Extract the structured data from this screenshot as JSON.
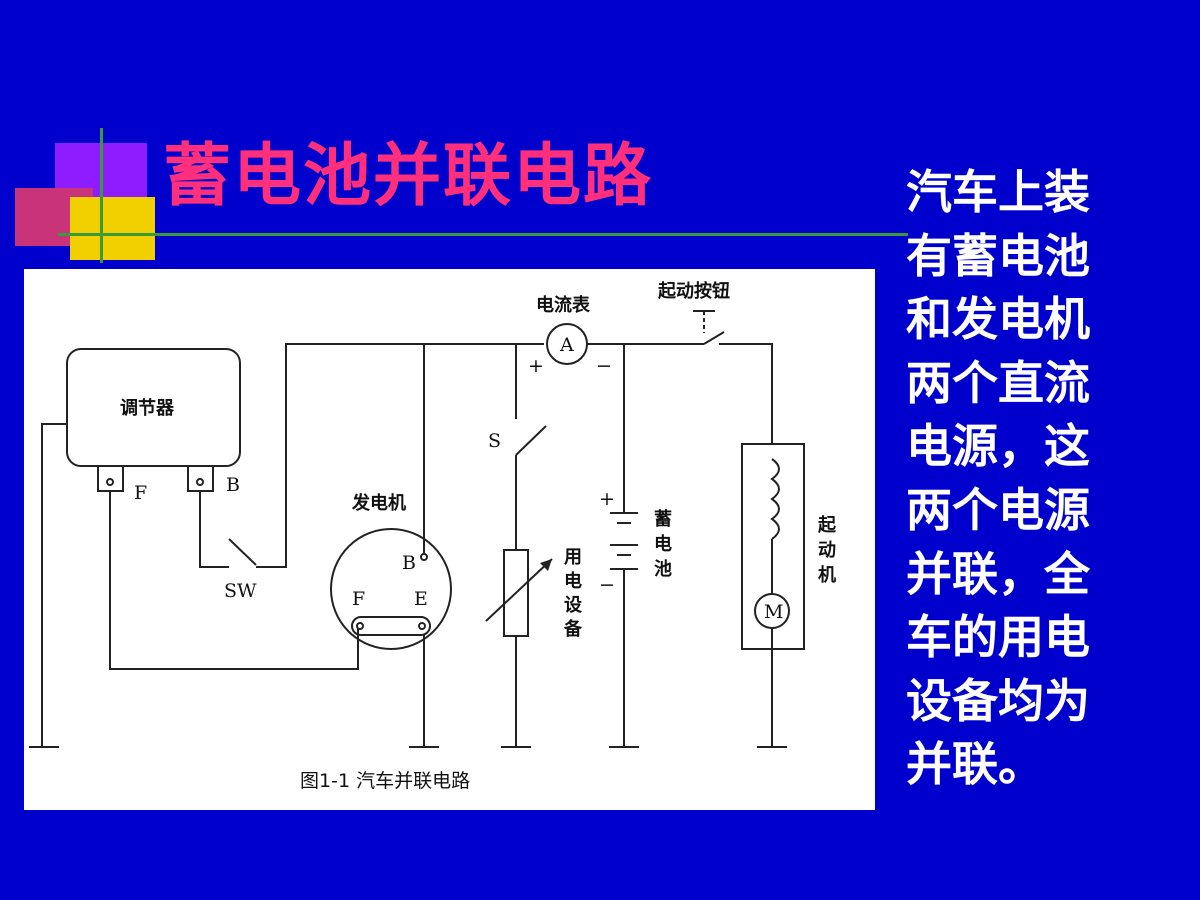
{
  "title": "蓄电池并联电路",
  "description": "汽车上装有蓄电池和发电机两个直流电源，这两个电源并联，全车的用电设备均为并联。",
  "diagram": {
    "regulator": "调节器",
    "regulator_f": "F",
    "regulator_b": "B",
    "switch_sw": "SW",
    "generator": "发电机",
    "generator_b": "B",
    "generator_f": "F",
    "generator_e": "E",
    "ammeter_label": "电流表",
    "ammeter_symbol": "A",
    "plus": "+",
    "minus": "−",
    "switch_s": "S",
    "load_chars": [
      "用",
      "电",
      "设",
      "备"
    ],
    "battery_chars": [
      "蓄",
      "电",
      "池"
    ],
    "start_button": "起动按钮",
    "starter_chars": [
      "起",
      "动",
      "机"
    ],
    "motor_symbol": "M",
    "caption": "图1-1  汽车并联电路"
  },
  "colors": {
    "background": "#0000cc",
    "title": "#ff2f7c",
    "text": "#ffffff"
  }
}
